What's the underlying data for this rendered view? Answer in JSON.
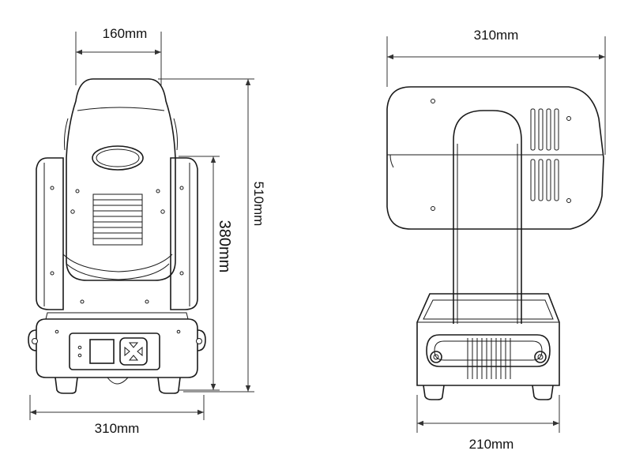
{
  "front_view": {
    "width_top": "160mm",
    "height_inner": "380mm",
    "height_total": "510mm",
    "width_bottom": "310mm"
  },
  "side_view": {
    "width_top": "310mm",
    "width_bottom": "210mm"
  },
  "colors": {
    "line": "#1a1a1a",
    "background": "#ffffff"
  }
}
